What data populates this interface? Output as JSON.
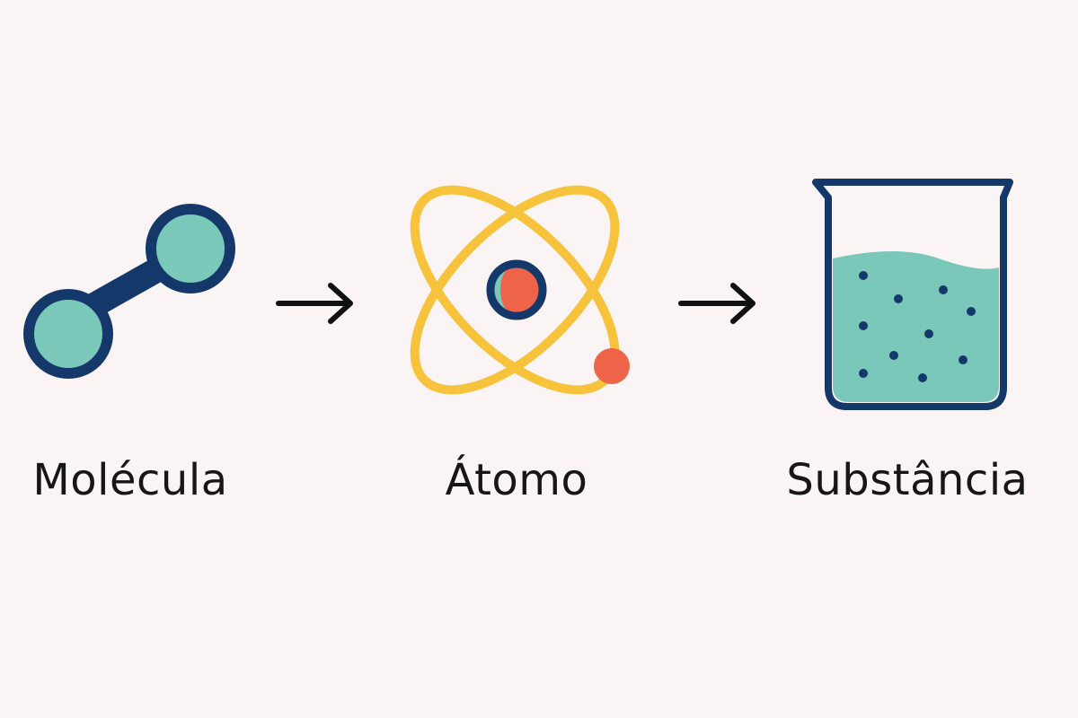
{
  "steps": [
    {
      "id": "molecule",
      "label": "Molécula",
      "icon": "molecule-icon"
    },
    {
      "id": "atom",
      "label": "Átomo",
      "icon": "atom-icon"
    },
    {
      "id": "substance",
      "label": "Substância",
      "icon": "beaker-icon"
    }
  ],
  "connectors": [
    "arrow-right-icon",
    "arrow-right-icon"
  ],
  "colors": {
    "background": "#FAF5F4",
    "outline": "#15386A",
    "teal": "#79C8BA",
    "yellow": "#F7C33C",
    "red": "#EE6448",
    "text": "#161616"
  }
}
